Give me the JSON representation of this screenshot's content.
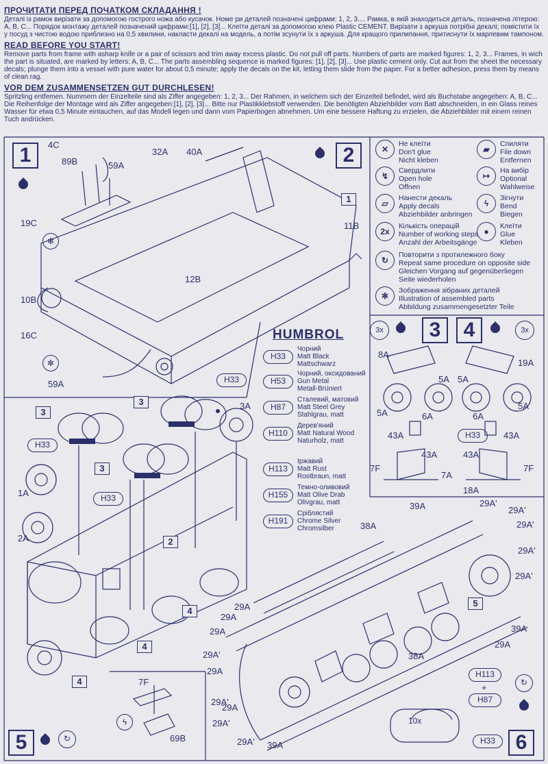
{
  "instructions": {
    "ua_heading": "ПРОЧИТАТИ ПЕРЕД ПОЧАТКОМ СКЛАДАННЯ !",
    "ua_text": "Деталі із рамок вирізати за допомогою гострого ножа або кусачок. Номе ри деталей позначені цифрами: 1, 2, 3.... Рамка, в якій знаходиться деталь, позначена літерою: A, B, C... Порядок монтажу деталей позначений цифрами:[1], [2], [3]... Клеїти деталі за допомогою клею Plastic CEMENT. Вирізати з аркуша потрібні декалі; помістити їх у посуд з чистою водою приблизно на 0,5 хвилини, накласти декалі на модель, а потім зсунути їх з аркуша. Для кращого прилипання, притиснути їх марлевим тампоном.",
    "en_heading": "READ BEFORE YOU START!",
    "en_text": "Remove parts from frame with asharp knife or a pair of scissors and trim away excess plastic. Do not pull off parts. Numbers of parts are marked figures: 1, 2, 3... Frames, in wich the part is situated, are marked by letters: A, B, C... The parts assembling sequence is marked figures: [1], [2], [3]... Use plastic cement only. Cut aut from the sheet the necessary decals; plunge them into a vessel with pure water for about 0,5 minute; apply the decals on the kit, letting them slide from the paper. For a better adhesion, press them by means of clean rag.",
    "de_heading": "VOR DEM ZUSAMMENSETZEN GUT DURCHLESEN!",
    "de_text": "Spritzling entfemen. Nummern der Einzelteile sind als Ziffer angegeben: 1, 2, 3... Der Rahmen, in welchem sich der Einzelteil befindet, wird als Buchstabe angegeben: A, B, C... Die Reihenfolge der Montage wird als Ziffer angegeben:[1], [2], [3]... Bitte nur Plastikklebstoff verwenden. Die benötigten Abziehbilder vom Batt abschneiden, in ein Glass reines Wasser für etwa 0,5 Minute eintauchen, auf das Modell legen und dann vom Papierbogen abnehmen. Um eine bessere Haftung zu erzielen, die Abziehbilder mit einem reinen Tuch andrücken."
  },
  "legend": [
    {
      "icon": "no-glue-icon",
      "ua": "Не клеїти",
      "en": "Don't glue",
      "de": "Nicht kleben"
    },
    {
      "icon": "drill-icon",
      "ua": "Свердлити",
      "en": "Open hole",
      "de": "Offnen"
    },
    {
      "icon": "decal-icon",
      "ua": "Нанести декаль",
      "en": "Apply decals",
      "de": "Abziehbilder anbringen"
    },
    {
      "icon": "repeat-count-icon",
      "symbol": "2x",
      "ua": "Кількість операцій",
      "en": "Number of working steps",
      "de": "Anzahl der Arbeitsgänge"
    },
    {
      "icon": "repeat-other-side-icon",
      "ua": "Повторити з протилежного боку",
      "en": "Repeat same procedure on opposite side",
      "de": "Gleichen Vorgang auf gegenüberliegen",
      "de2": "Seite wiederholen"
    },
    {
      "icon": "assembled-parts-icon",
      "ua": "Зображення зібраних деталей",
      "en": "Illustration of assembled parts",
      "de": "Abbildung zusammengesetzter Teile"
    }
  ],
  "legend_right": [
    {
      "icon": "file-icon",
      "ua": "Спиляти",
      "en": "File down",
      "de": "Entfernen"
    },
    {
      "icon": "optional-icon",
      "ua": "На вибір",
      "en": "Optional",
      "de": "Wahlweise"
    },
    {
      "icon": "bend-icon",
      "ua": "Зігнути",
      "en": "Bend",
      "de": "Biegen"
    },
    {
      "icon": "glue-icon",
      "ua": "Клеїти",
      "en": "Glue",
      "de": "Kleben"
    }
  ],
  "humbrol": {
    "title": "HUMBROL",
    "paints": [
      {
        "code": "H33",
        "ua": "Чорний",
        "en": "Matt Black",
        "de": "Mattschwarz"
      },
      {
        "code": "H53",
        "ua": "Чорний, оксидований",
        "en": "Gun Metal",
        "de": "Metall-Brüniert"
      },
      {
        "code": "H87",
        "ua": "Сталевий, матовий",
        "en": "Matt Steel Grey",
        "de": "Stahlgrau, matt"
      },
      {
        "code": "H110",
        "ua": "Дерев'яний",
        "en": "Matt Natural Wood",
        "de": "Naturholz, matt"
      },
      {
        "code": "H113",
        "ua": "Іржавий",
        "en": "Matt Rust",
        "de": "Rostbraun, matt"
      },
      {
        "code": "H155",
        "ua": "Темно-оливовий",
        "en": "Matt Olive Drab",
        "de": "Olivgrau, matt"
      },
      {
        "code": "H191",
        "ua": "Сріблястий",
        "en": "Chrome Silver",
        "de": "Chromsilber"
      }
    ]
  },
  "steps": {
    "s1": "1",
    "s2": "2",
    "s3": "3",
    "s4": "4",
    "s5": "5",
    "s6": "6",
    "sub1": "1",
    "sub2": "2",
    "sub3a": "3",
    "sub3b": "3",
    "sub3c": "3",
    "sub4a": "4",
    "sub4b": "4",
    "sub4c": "4",
    "sub5": "5",
    "x3a": "3x",
    "x3b": "3x",
    "x10": "10x",
    "plus": "+"
  },
  "labels": {
    "p4C": "4C",
    "p89B": "89B",
    "p59A": "59A",
    "p32A": "32A",
    "p40A": "40A",
    "p19C": "19C",
    "p11B": "11B",
    "p12B": "12B",
    "p10B": "10B",
    "p16C": "16C",
    "p59A_2": "59A",
    "p8A": "8A",
    "p19A": "19A",
    "p5A_1": "5A",
    "p5A_2": "5A",
    "p5A_3": "5A",
    "p5A_4": "5A",
    "p6A_1": "6A",
    "p6A_2": "6A",
    "p43A_1": "43A",
    "p43A_2": "43A",
    "p43A_3": "43A",
    "p43A_4": "43A",
    "p7F_1": "7F",
    "p7A_1": "7A",
    "p7F_2": "7F",
    "p18A": "18A",
    "p3A": "3A",
    "p1A": "1A",
    "p2A": "2A",
    "p39A_1": "39A",
    "p38A_1": "38A",
    "p29A_1": "29A'",
    "p29A_2": "29A'",
    "p29A_3": "29A'",
    "p29A_4": "29A'",
    "p29A_5": "29A'",
    "p29A_6": "29A",
    "p29A_7": "29A",
    "p29A_8": "29A",
    "p29A_9": "29A'",
    "p29A_10": "29A",
    "p39A_2": "39A",
    "p29A_11": "29A",
    "p38A_2": "38A",
    "p29A_12": "29A'",
    "p29A_13": "29A",
    "p29A_14": "29A'",
    "p39A_3": "39A",
    "p29A_15": "29A'",
    "p7F_3": "7F",
    "p69B": "69B"
  },
  "ovals": {
    "h33_a": "H33",
    "h33_b": "H33",
    "h33_c": "H33",
    "h33_d": "H33",
    "h33_e": "H33",
    "h113": "H113",
    "h87": "H87"
  }
}
